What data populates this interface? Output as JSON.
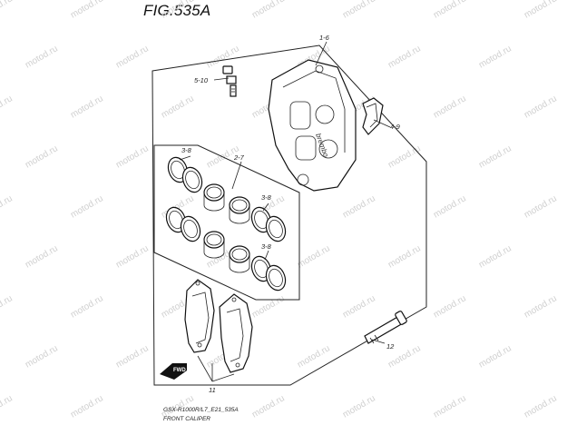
{
  "figure": {
    "title": "FIG.535A",
    "footer_code": "GSX-R1000R/L7_E21_535A",
    "footer_name": "FRONT CALIPER"
  },
  "callouts": {
    "caliper": "1-6",
    "bleeder": "5-10",
    "pad_spring": "4-9",
    "seal_upper": "3-8",
    "piston_set": "2-7",
    "seal_mid": "3-8",
    "seal_lower": "3-8",
    "pads": "11",
    "bolt": "12"
  },
  "fwd_label": "FWD",
  "watermark": "motod.ru"
}
